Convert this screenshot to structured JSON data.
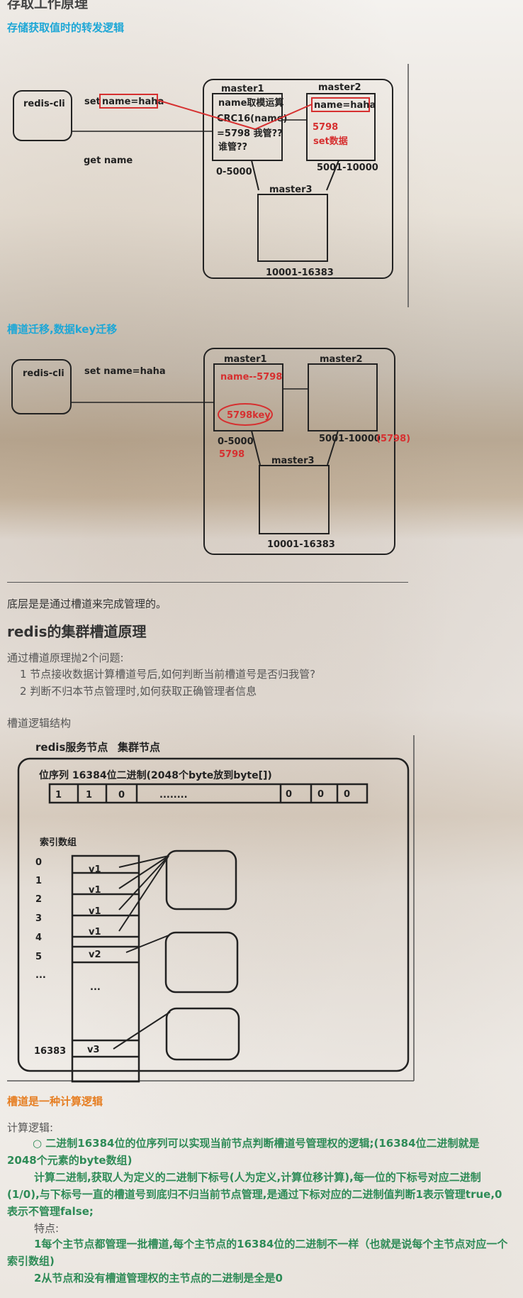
{
  "doc": {
    "title": "存取工作原理",
    "sec1_title": "存储获取值时的转发逻辑",
    "sec2_title": "槽道迁移,数据key迁移",
    "mgmt_line": "底层是是通过槽道来完成管理的。",
    "h2": "redis的集群槽道原理",
    "q_intro": "通过槽道原理抛2个问题:",
    "q1": "1 节点接收数据计算槽道号后,如何判断当前槽道号是否归我管?",
    "q2": "2 判断不归本节点管理时,如何获取正确管理者信息",
    "struct_label": "槽道逻辑结构",
    "compute_title": "槽道是一种计算逻辑",
    "compute_label": "计算逻辑:",
    "g1": "○ 二进制16384位的位序列可以实现当前节点判断槽道号管理权的逻辑;(16384位二进制就是2048个元素的byte数组)",
    "g2": "计算二进制,获取人为定义的二进制下标号(人为定义,计算位移计算),每一位的下标号对应二进制(1/0),与下标号一直的槽道号到底归不归当前节点管理,是通过下标对应的二进制值判断1表示管理true,0表示不管理false;",
    "features_label": "特点:",
    "f1": "1每个主节点都管理一批槽道,每个主节点的16384位的二进制不一样（也就是说每个主节点对应一个索引数组)",
    "f2": "2从节点和没有槽道管理权的主节点的二进制是全是0"
  },
  "diagram1": {
    "client": "redis-cli",
    "set_label": "set",
    "set_cmd": "name=haha",
    "get_label": "get name",
    "master1": "master1",
    "master2": "master2",
    "master3": "master3",
    "m1_line1": "name取模运算",
    "m1_line2": "CRC16(name)",
    "m1_line3": "=5798 我管??",
    "m1_line4": "谁管??",
    "m2_cmd": "name=haha",
    "m2_slot": "5798",
    "m2_action": "set数据",
    "range1": "0-5000",
    "range2": "5001-10000",
    "range3": "10001-16383"
  },
  "diagram2": {
    "client": "redis-cli",
    "set_label": "set name=haha",
    "master1": "master1",
    "master2": "master2",
    "master3": "master3",
    "m1_text": "name--5798",
    "m1_key": "5798key",
    "range1": "0-5000",
    "range1_extra": "5798",
    "range2": "5001-10000",
    "range2_extra": "(5798)",
    "range3": "10001-16383"
  },
  "diagram3": {
    "header1": "redis服务节点",
    "header2": "集群节点",
    "bitseq_label": "位序列 16384位二进制(2048个byte放到byte[])",
    "bits": [
      "1",
      "1",
      "0",
      "........",
      "0",
      "0",
      "0"
    ],
    "index_label": "索引数组",
    "indices": [
      "0",
      "1",
      "2",
      "3",
      "4",
      "5",
      "...",
      "16383"
    ],
    "cells": [
      "v1",
      "v1",
      "v1",
      "v1",
      "v2",
      "...",
      "v3"
    ]
  },
  "colors": {
    "red": "#d63030",
    "blue_heading": "#1ea7d6",
    "orange_heading": "#e67e22",
    "green_text": "#2e8b57"
  }
}
